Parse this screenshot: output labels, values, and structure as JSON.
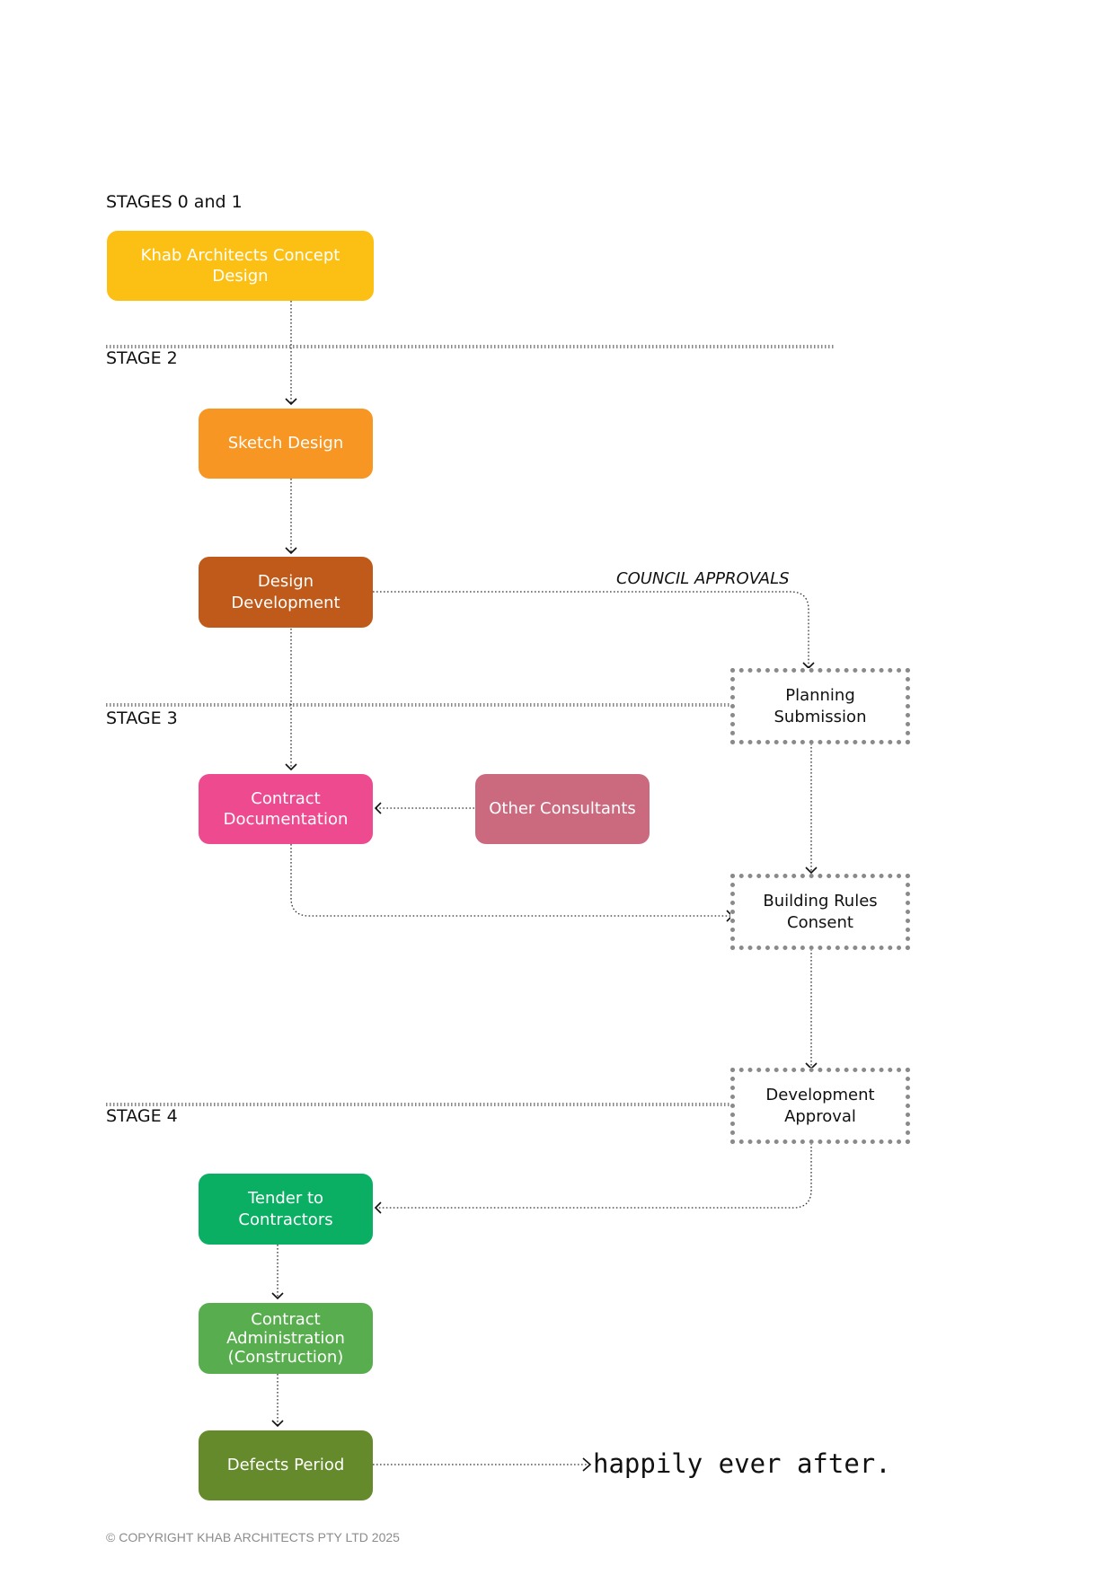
{
  "stages": {
    "stage01": "STAGES 0 and 1",
    "stage2": "STAGE 2",
    "stage3": "STAGE 3",
    "stage4": "STAGE 4"
  },
  "boxes": {
    "concept": "Khab Architects Concept Design",
    "sketch": "Sketch Design",
    "design_dev": "Design Development",
    "contract_doc": "Contract Documentation",
    "other_consultants": "Other Consultants",
    "tender": "Tender to Contractors",
    "contract_admin": "Contract Administration (Construction)",
    "defects": "Defects Period"
  },
  "approvals": {
    "planning": "Planning Submission",
    "building_rules": "Building Rules Consent",
    "development": "Development Approval"
  },
  "council_label": "COUNCIL APPROVALS",
  "ending": "happily ever after.",
  "copyright": "© COPYRIGHT KHAB ARCHITECTS PTY LTD 2025",
  "colors": {
    "concept": "#FCC015",
    "sketch": "#F79622",
    "design_dev": "#BF5A1A",
    "contract_doc": "#EE4A8F",
    "other_consultants": "#CB6A7F",
    "tender": "#0BAF64",
    "contract_admin": "#58AE4E",
    "defects": "#658A2B"
  }
}
